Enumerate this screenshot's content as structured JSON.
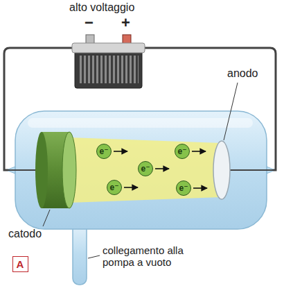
{
  "diagram": {
    "nodes": [
      {
        "text": [
          "e⁻"
        ]
      },
      {
        "text": [
          "e⁻"
        ]
      },
      {
        "text": [
          "e⁻"
        ]
      },
      {
        "text": [
          "e⁻"
        ]
      },
      {
        "text": [
          "e⁻"
        ]
      },
      {
        "text": [
          "A"
        ]
      }
    ],
    "labels": [
      "alto voltaggio",
      "−",
      "+",
      "anodo",
      "catodo",
      "collegamento alla pompa a vuoto"
    ]
  }
}
